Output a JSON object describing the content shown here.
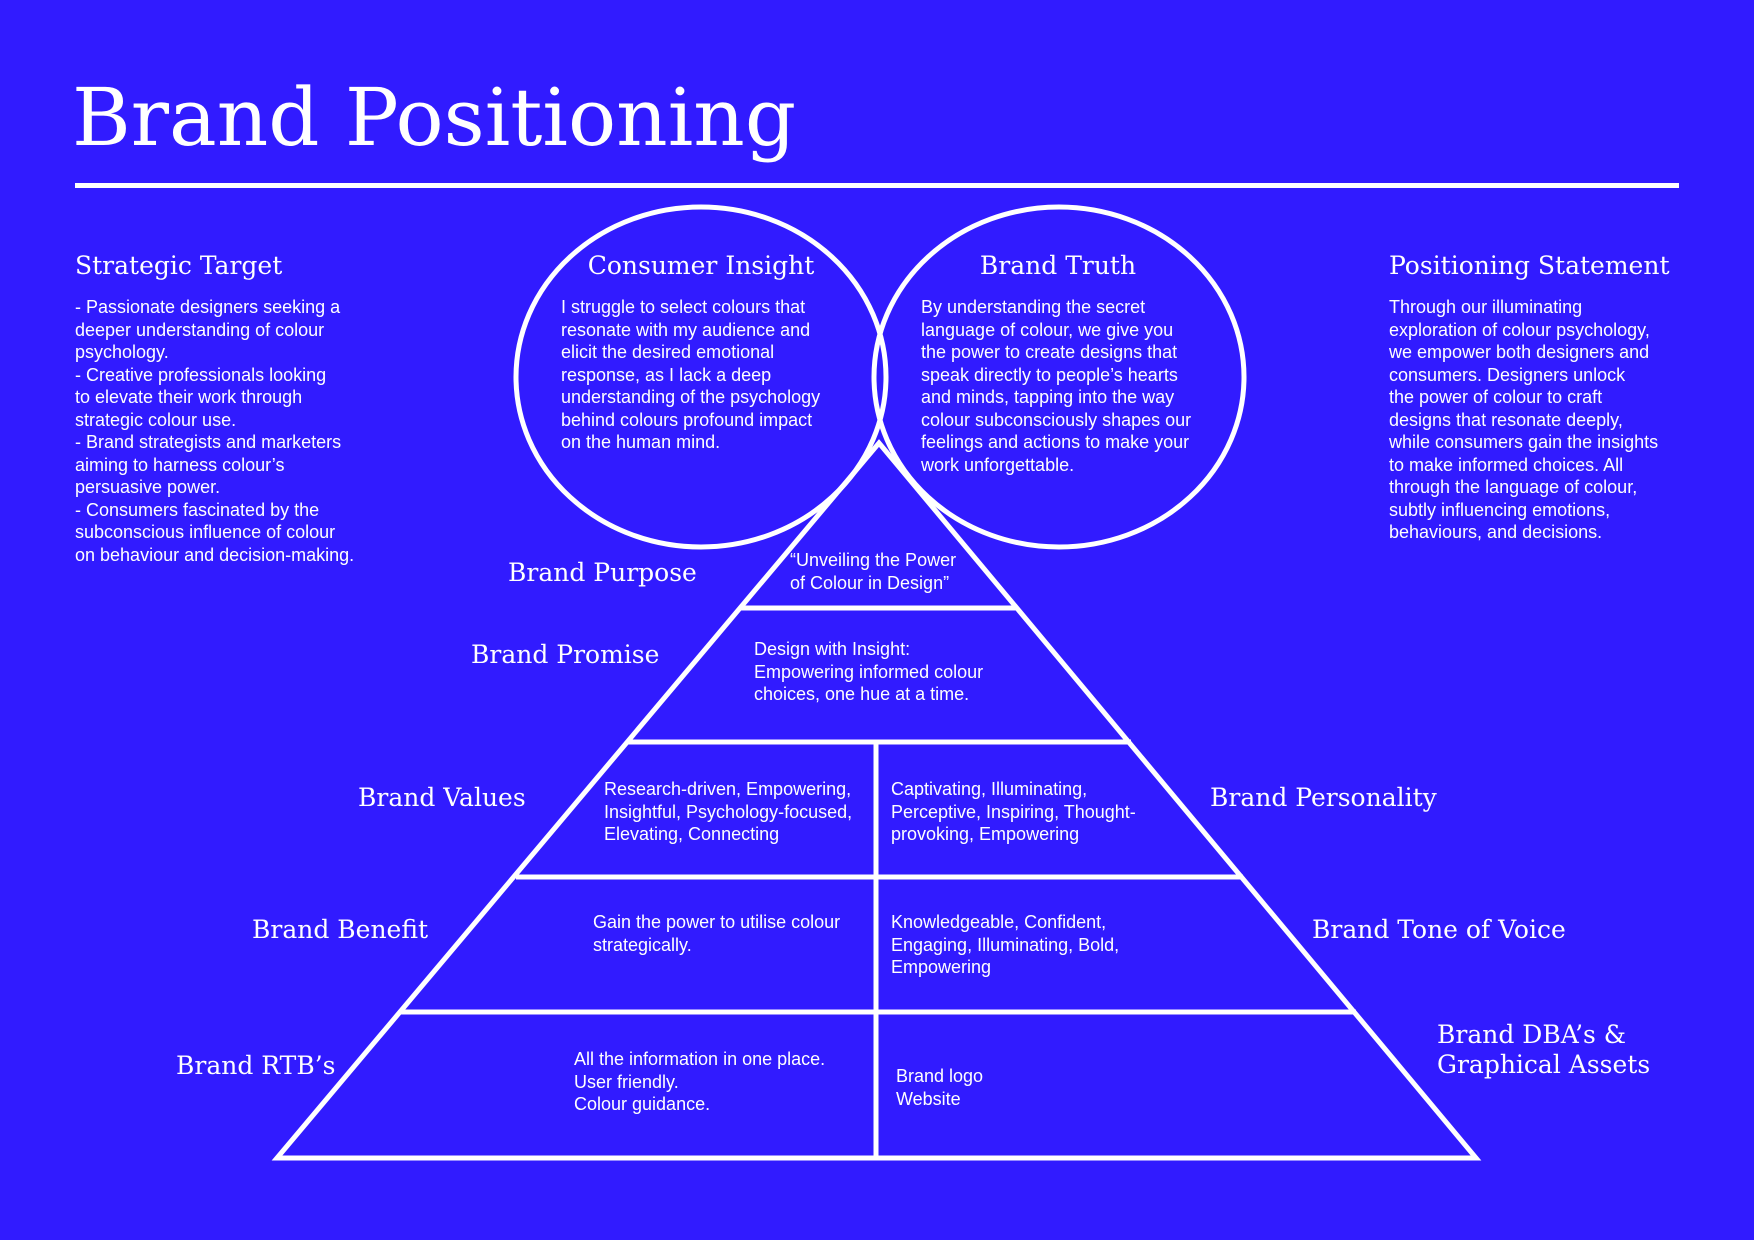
{
  "title": "Brand Positioning",
  "colors": {
    "background": "#311bff",
    "foreground": "#ffffff"
  },
  "strategic_target": {
    "heading": "Strategic Target",
    "body": "- Passionate designers seeking a\ndeeper understanding of colour\npsychology.\n- Creative professionals looking\nto elevate their work through\nstrategic colour use.\n- Brand strategists and marketers\naiming to harness colour’s\npersuasive power.\n- Consumers fascinated by the\nsubconscious influence of colour\non behaviour and decision-making."
  },
  "consumer_insight": {
    "heading": "Consumer Insight",
    "body": "I struggle to select colours that\nresonate with my audience and\nelicit the desired emotional\nresponse, as I lack a deep\nunderstanding of the psychology\nbehind colours profound impact\non the human mind."
  },
  "brand_truth": {
    "heading": "Brand Truth",
    "body": "By understanding the secret\nlanguage of colour, we give you\nthe power to create designs that\nspeak directly to people’s hearts\nand minds, tapping into the way\ncolour subconsciously shapes our\nfeelings and actions to make your\nwork unforgettable."
  },
  "positioning_statement": {
    "heading": "Positioning Statement",
    "body": "Through our illuminating\nexploration of colour psychology,\nwe empower both designers and\nconsumers. Designers unlock\nthe power of colour to craft\ndesigns that resonate deeply,\nwhile consumers gain the insights\nto make informed choices. All\nthrough the language of colour,\nsubtly influencing emotions,\nbehaviours, and decisions."
  },
  "pyramid": {
    "purpose": {
      "label": "Brand Purpose",
      "text": "“Unveiling the Power\nof Colour in Design”"
    },
    "promise": {
      "label": "Brand Promise",
      "text": "Design with Insight:\nEmpowering informed colour\nchoices, one hue at a time."
    },
    "values": {
      "label": "Brand Values",
      "text": "Research-driven, Empowering,\nInsightful, Psychology-focused,\nElevating, Connecting"
    },
    "personality": {
      "label": "Brand Personality",
      "text": "Captivating, Illuminating,\nPerceptive, Inspiring, Thought-\nprovoking, Empowering"
    },
    "benefit": {
      "label": "Brand Benefit",
      "text": "Gain the power to utilise colour\nstrategically."
    },
    "tone_of_voice": {
      "label": "Brand Tone of Voice",
      "text": "Knowledgeable, Confident,\nEngaging, Illuminating, Bold,\nEmpowering"
    },
    "rtbs": {
      "label": "Brand RTB’s",
      "text": "All the information in one place.\nUser friendly.\nColour guidance."
    },
    "dbas": {
      "label": "Brand DBA’s &\nGraphical Assets",
      "text": "Brand logo\nWebsite"
    }
  }
}
